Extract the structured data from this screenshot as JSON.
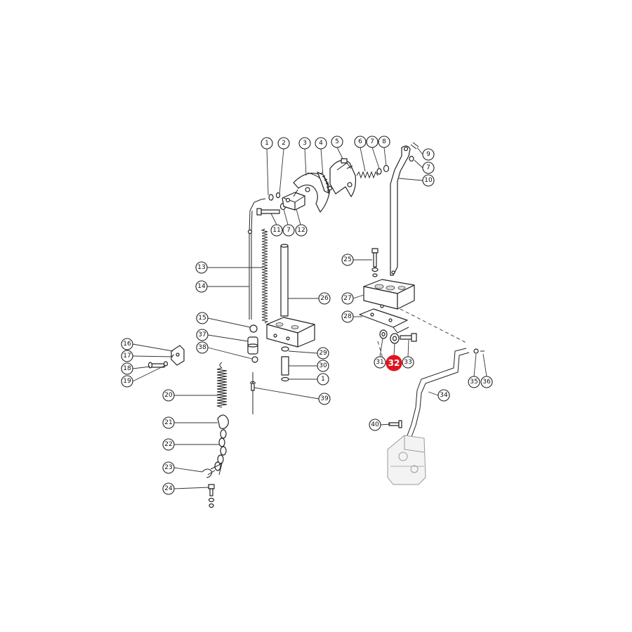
{
  "diagram": {
    "highlight_color": "#e0141e",
    "line_color": "#222222",
    "callouts": [
      {
        "label": "1",
        "highlighted": false
      },
      {
        "label": "2",
        "highlighted": false
      },
      {
        "label": "3",
        "highlighted": false
      },
      {
        "label": "4",
        "highlighted": false
      },
      {
        "label": "5",
        "highlighted": false
      },
      {
        "label": "6",
        "highlighted": false
      },
      {
        "label": "7",
        "highlighted": false
      },
      {
        "label": "8",
        "highlighted": false
      },
      {
        "label": "9",
        "highlighted": false
      },
      {
        "label": "7",
        "highlighted": false
      },
      {
        "label": "10",
        "highlighted": false
      },
      {
        "label": "7",
        "highlighted": false
      },
      {
        "label": "11",
        "highlighted": false
      },
      {
        "label": "12",
        "highlighted": false
      },
      {
        "label": "13",
        "highlighted": false
      },
      {
        "label": "14",
        "highlighted": false
      },
      {
        "label": "25",
        "highlighted": false
      },
      {
        "label": "26",
        "highlighted": false
      },
      {
        "label": "27",
        "highlighted": false
      },
      {
        "label": "28",
        "highlighted": false
      },
      {
        "label": "15",
        "highlighted": false
      },
      {
        "label": "37",
        "highlighted": false
      },
      {
        "label": "38",
        "highlighted": false
      },
      {
        "label": "29",
        "highlighted": false
      },
      {
        "label": "30",
        "highlighted": false
      },
      {
        "label": "1",
        "highlighted": false
      },
      {
        "label": "39",
        "highlighted": false
      },
      {
        "label": "16",
        "highlighted": false
      },
      {
        "label": "17",
        "highlighted": false
      },
      {
        "label": "18",
        "highlighted": false
      },
      {
        "label": "19",
        "highlighted": false
      },
      {
        "label": "20",
        "highlighted": false
      },
      {
        "label": "21",
        "highlighted": false
      },
      {
        "label": "22",
        "highlighted": false
      },
      {
        "label": "23",
        "highlighted": false
      },
      {
        "label": "24",
        "highlighted": false
      },
      {
        "label": "31",
        "highlighted": false
      },
      {
        "label": "32",
        "highlighted": true
      },
      {
        "label": "33",
        "highlighted": false
      },
      {
        "label": "34",
        "highlighted": false
      },
      {
        "label": "35",
        "highlighted": false
      },
      {
        "label": "36",
        "highlighted": false
      },
      {
        "label": "40",
        "highlighted": false
      }
    ]
  }
}
